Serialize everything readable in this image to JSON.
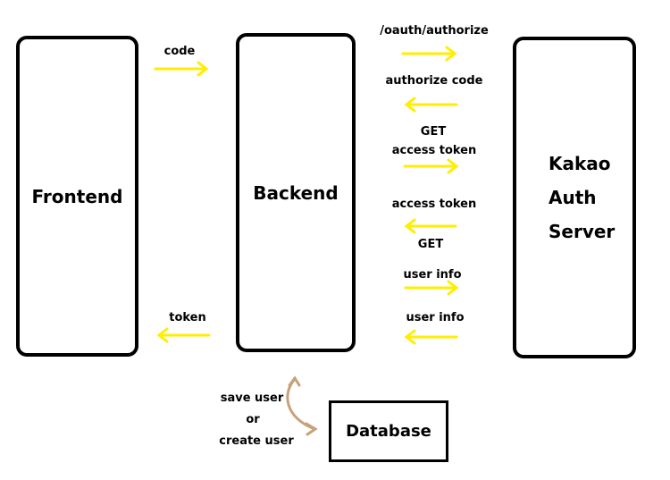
{
  "nodes": {
    "frontend": "Frontend",
    "backend": "Backend",
    "kakao_lines": [
      "Kakao",
      "Auth",
      "Server"
    ],
    "database": "Database"
  },
  "edges": {
    "code": "code",
    "token": "token",
    "oauth_authorize": "/oauth/authorize",
    "authorize_code": "authorize code",
    "get_1": "GET",
    "access_token_1": "access token",
    "access_token_2": "access token",
    "get_2": "GET",
    "user_info_1": "user info",
    "user_info_2": "user info",
    "save_user": "save user",
    "or": "or",
    "create_user": "create user"
  },
  "colors": {
    "arrow": "#ffee00",
    "db_arrow": "#c8a07a",
    "border": "#000000"
  }
}
